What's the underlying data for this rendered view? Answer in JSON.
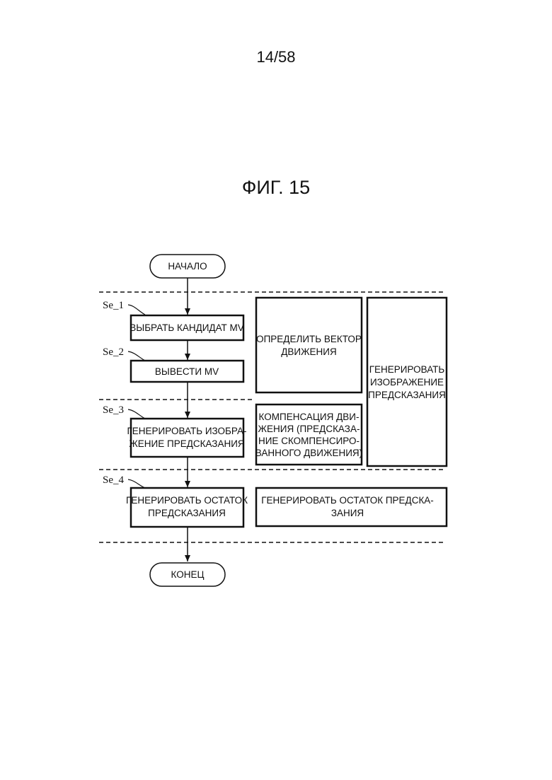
{
  "page_number": "14/58",
  "figure_title": "ФИГ. 15",
  "start_label": "НАЧАЛО",
  "end_label": "КОНЕЦ",
  "steps": [
    {
      "tag": "Se_1",
      "lines": [
        "ВЫБРАТЬ КАНДИДАТ MV"
      ]
    },
    {
      "tag": "Se_2",
      "lines": [
        "ВЫВЕСТИ MV"
      ]
    },
    {
      "tag": "Se_3",
      "lines": [
        "ГЕНЕРИРОВАТЬ ИЗОБРА-",
        "ЖЕНИЕ ПРЕДСКАЗАНИЯ"
      ]
    },
    {
      "tag": "Se_4",
      "lines": [
        "ГЕНЕРИРОВАТЬ ОСТАТОК",
        "ПРЕДСКАЗАНИЯ"
      ]
    }
  ],
  "side_boxes": {
    "motion_vector": [
      "ОПРЕДЕЛИТЬ ВЕКТОР",
      "ДВИЖЕНИЯ"
    ],
    "motion_compensation": [
      "КОМПЕНСАЦИЯ ДВИ-",
      "ЖЕНИЯ (ПРЕДСКАЗА-",
      "НИЕ СКОМПЕНСИРО-",
      "ВАННОГО ДВИЖЕНИЯ)"
    ],
    "prediction_image": [
      "ГЕНЕРИРОВАТЬ",
      "ИЗОБРАЖЕНИЕ",
      "ПРЕДСКАЗАНИЯ"
    ],
    "residual": [
      "ГЕНЕРИРОВАТЬ ОСТАТОК ПРЕДСКА-",
      "ЗАНИЯ"
    ]
  }
}
